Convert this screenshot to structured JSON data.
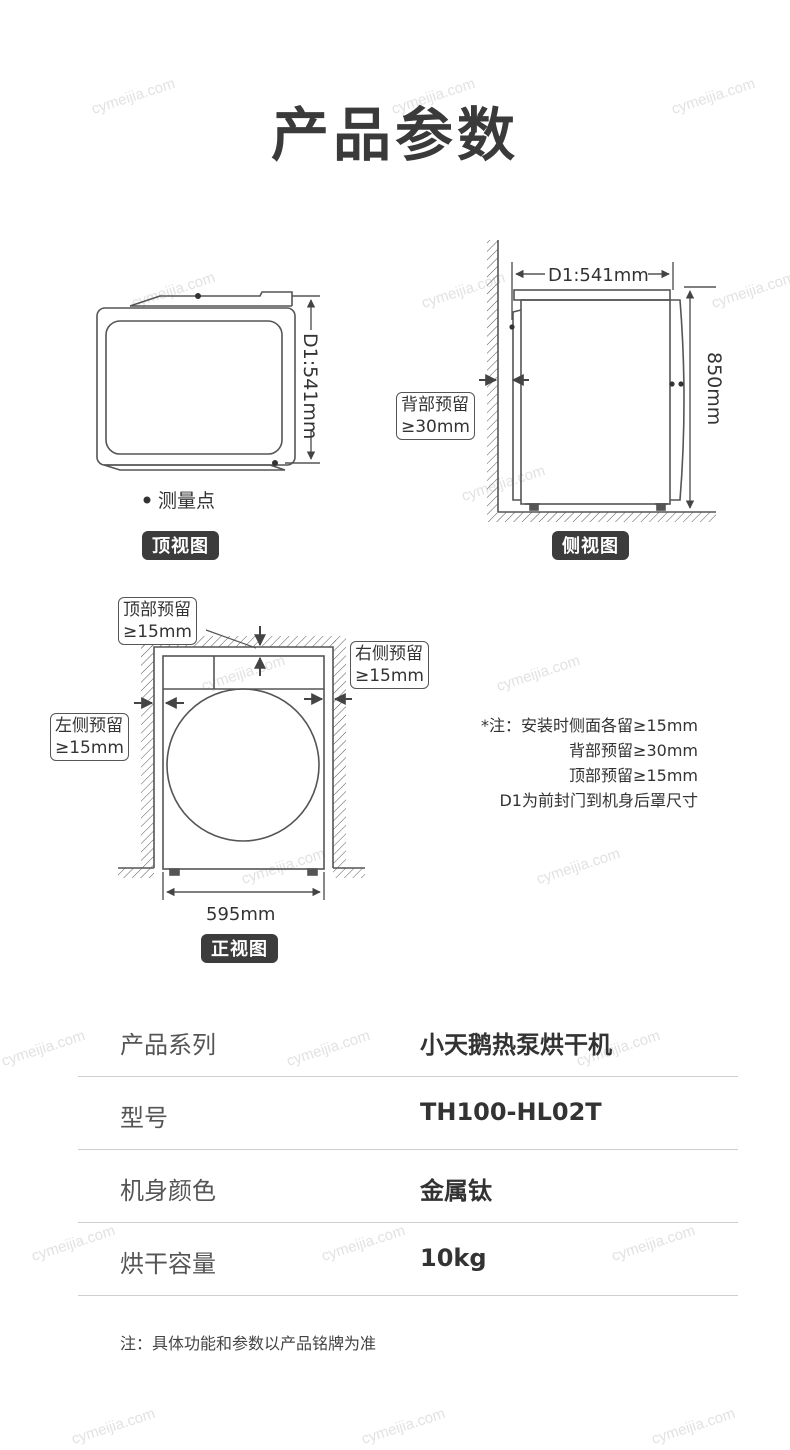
{
  "title": "产品参数",
  "watermark": "cymeijia.com",
  "diagrams": {
    "top_view": {
      "label": "顶视图",
      "dimension": "D1:541mm",
      "legend": "测量点"
    },
    "side_view": {
      "label": "侧视图",
      "depth": "D1:541mm",
      "height": "850mm",
      "back_clearance_line1": "背部预留",
      "back_clearance_line2": "≥30mm"
    },
    "front_view": {
      "label": "正视图",
      "width": "595mm",
      "top_clearance_line1": "顶部预留",
      "top_clearance_line2": "≥15mm",
      "right_clearance_line1": "右侧预留",
      "right_clearance_line2": "≥15mm",
      "left_clearance_line1": "左侧预留",
      "left_clearance_line2": "≥15mm"
    }
  },
  "notes": [
    "*注：安装时侧面各留≥15mm",
    "背部预留≥30mm",
    "顶部预留≥15mm",
    "D1为前封门到机身后罩尺寸"
  ],
  "specs": [
    {
      "label": "产品系列",
      "value": "小天鹅热泵烘干机"
    },
    {
      "label": "型号",
      "value": "TH100-HL02T"
    },
    {
      "label": "机身颜色",
      "value": "金属钛"
    },
    {
      "label": "烘干容量",
      "value": "10kg"
    }
  ],
  "footnote": "注：具体功能和参数以产品铭牌为准",
  "colors": {
    "line": "#555555",
    "pill_bg": "#3c3c3c",
    "title": "#3a3a3a",
    "divider": "#cfcfcf"
  }
}
